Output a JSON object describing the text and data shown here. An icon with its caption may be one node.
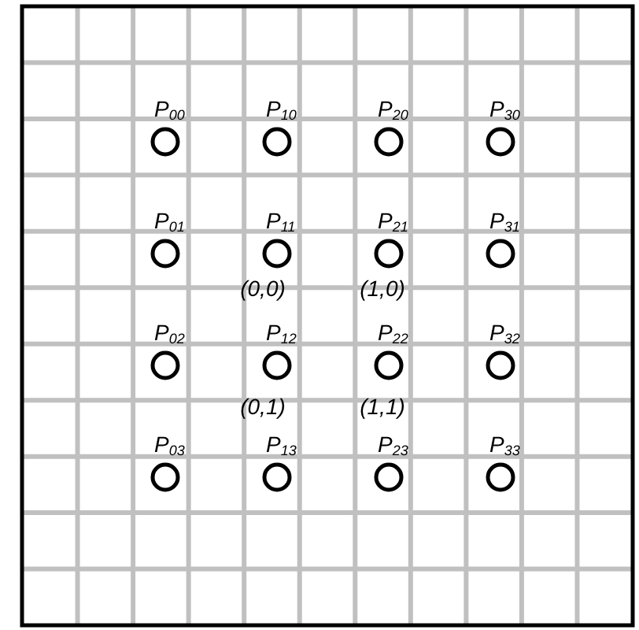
{
  "diagram": {
    "nodes": [
      {
        "text": [],
        "shape": "circle",
        "beside": [
          "P$_{00}$"
        ]
      },
      {
        "text": [],
        "shape": "circle",
        "beside": [
          "P$_{10}$"
        ]
      },
      {
        "text": [],
        "shape": "circle",
        "beside": [
          "P$_{20}$"
        ]
      },
      {
        "text": [],
        "shape": "circle",
        "beside": [
          "P$_{30}$"
        ]
      },
      {
        "text": [],
        "shape": "circle",
        "beside": [
          "P$_{01}$"
        ]
      },
      {
        "text": [],
        "shape": "circle",
        "beside": [
          "P$_{11}$"
        ]
      },
      {
        "text": [],
        "shape": "circle",
        "beside": [
          "P$_{21}$"
        ]
      },
      {
        "text": [],
        "shape": "circle",
        "beside": [
          "P$_{31}$"
        ]
      },
      {
        "text": [],
        "shape": "circle",
        "beside": [
          "P$_{02}$"
        ]
      },
      {
        "text": [],
        "shape": "circle",
        "beside": [
          "P$_{12}$"
        ]
      },
      {
        "text": [],
        "shape": "circle",
        "beside": [
          "P$_{22}$"
        ]
      },
      {
        "text": [],
        "shape": "circle",
        "beside": [
          "P$_{32}$"
        ]
      },
      {
        "text": [],
        "shape": "circle",
        "beside": [
          "P$_{03}$"
        ]
      },
      {
        "text": [],
        "shape": "circle",
        "beside": [
          "P$_{13}$"
        ]
      },
      {
        "text": [],
        "shape": "circle",
        "beside": [
          "P$_{23}$"
        ]
      },
      {
        "text": [],
        "shape": "circle",
        "beside": [
          "P$_{33}$"
        ]
      }
    ],
    "labels": [
      "(0,0)",
      "(1,0)",
      "(0,1)",
      "(1,1)"
    ]
  }
}
